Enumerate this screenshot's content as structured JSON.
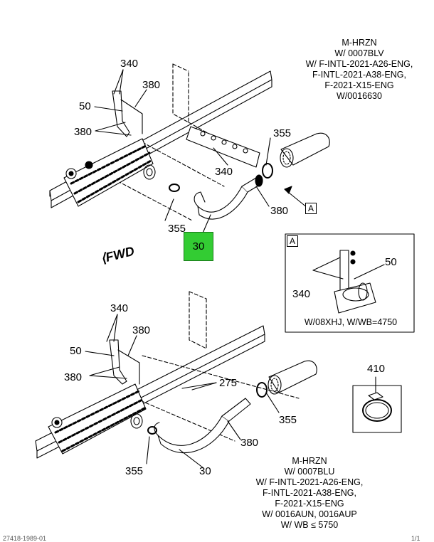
{
  "top_view": {
    "callouts": {
      "c340": "340",
      "c380a": "380",
      "c50": "50",
      "c380b": "380",
      "c355a": "355",
      "c340b": "340",
      "c380c": "380",
      "c355b": "355"
    },
    "highlight_label": "30",
    "reference_label": "A",
    "note_lines": [
      "M-HRZN",
      "W/ 0007BLV",
      "W/ F-INTL-2021-A26-ENG,",
      "F-INTL-2021-A38-ENG,",
      "F-2021-X15-ENG",
      "W/0016630"
    ]
  },
  "fwd_label": "FWD",
  "inset": {
    "label": "A",
    "callouts": {
      "c50": "50",
      "c340": "340"
    },
    "caption": "W/08XHJ, W/WB=4750"
  },
  "clamp": {
    "callout": "410"
  },
  "bottom_view": {
    "callouts": {
      "c340": "340",
      "c380a": "380",
      "c50": "50",
      "c380b": "380",
      "c275": "275",
      "c355a": "355",
      "c380c": "380",
      "c355b": "355",
      "c30": "30"
    },
    "note_lines": [
      "M-HRZN",
      "W/ 0007BLU",
      "W/ F-INTL-2021-A26-ENG,",
      "F-INTL-2021-A38-ENG,",
      "F-2021-X15-ENG",
      "W/ 0016AUN, 0016AUP",
      "W/ WB ≤ 5750"
    ]
  },
  "footer": {
    "left": "27418-1989-01",
    "right": "1/1"
  },
  "colors": {
    "highlight": "#33cc33",
    "line": "#000000"
  }
}
